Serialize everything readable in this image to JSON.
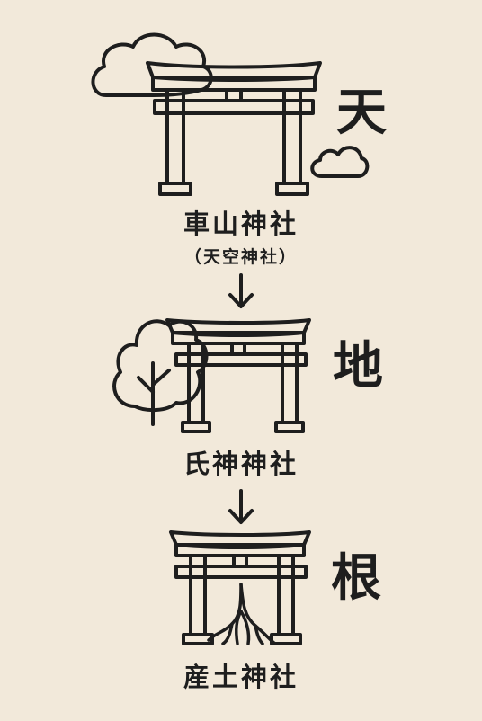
{
  "tiers": [
    {
      "kanji": "天",
      "name": "車山神社",
      "subtitle": "（天空神社）",
      "motif": "clouds-icon"
    },
    {
      "kanji": "地",
      "name": "氏神神社",
      "motif": "tree-icon"
    },
    {
      "kanji": "根",
      "name": "産土神社",
      "motif": "roots-icon"
    }
  ],
  "arrows": [
    {
      "from": "車山神社",
      "to": "氏神神社"
    },
    {
      "from": "氏神神社",
      "to": "産土神社"
    }
  ],
  "colors": {
    "background": "#f2e9da",
    "ink": "#1e1e1e"
  }
}
